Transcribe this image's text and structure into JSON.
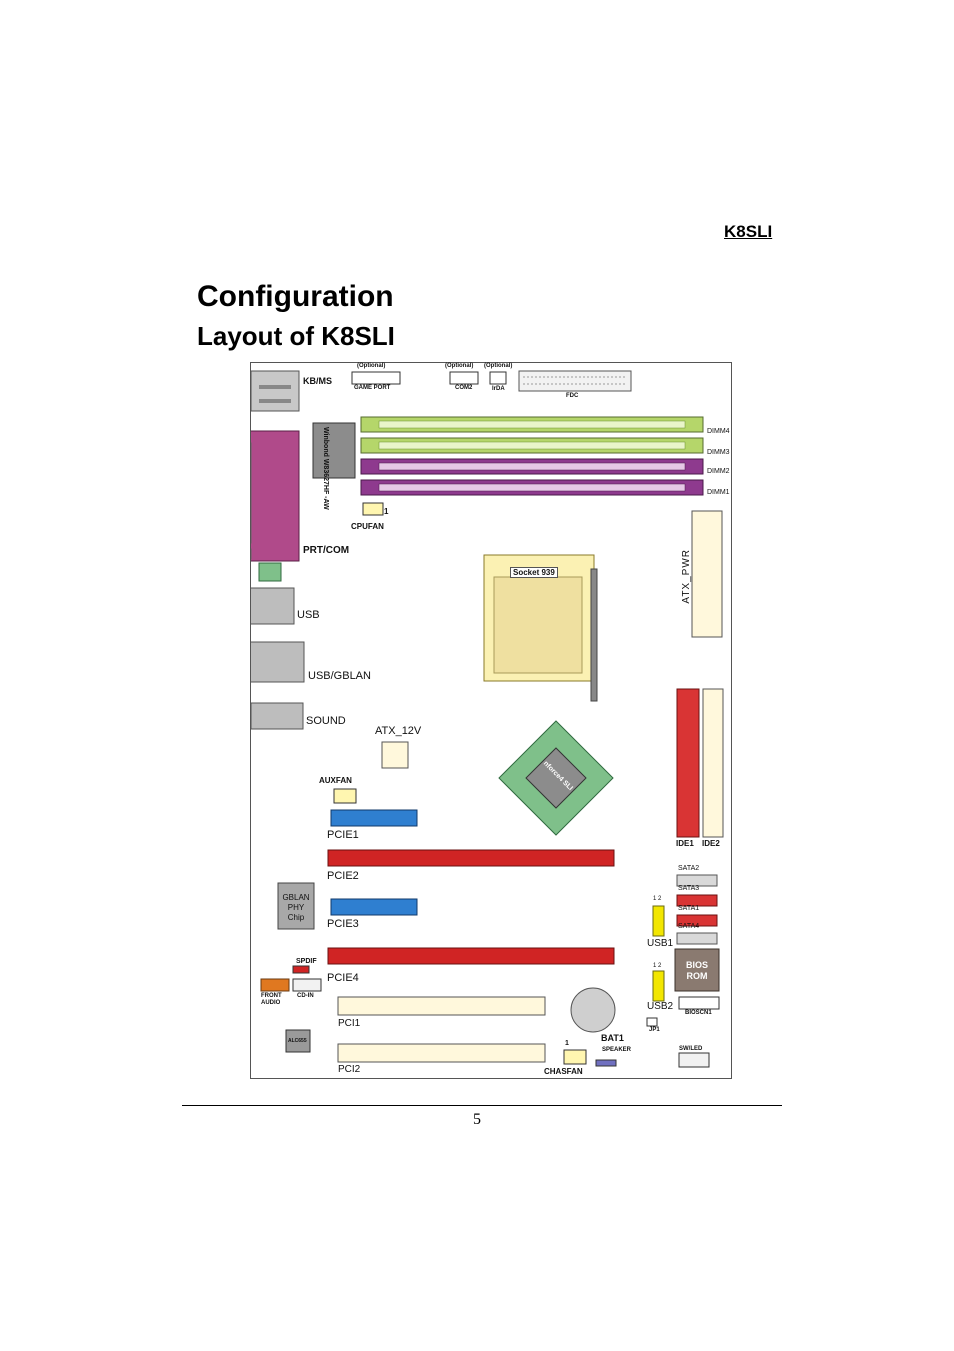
{
  "header": {
    "model": "K8SLI"
  },
  "page": {
    "title": "Configuration",
    "subtitle": "Layout of K8SLI",
    "page_number": "5"
  },
  "board": {
    "kbms": "KB/MS",
    "optional_1": "(Optional)",
    "optional_2": "(Optional)",
    "optional_3": "(Optional)",
    "game_port": "GAME PORT",
    "com2": "COM2",
    "irda": "IrDA",
    "fdc": "FDC",
    "dimm4": "DIMM4",
    "dimm3": "DIMM3",
    "dimm2": "DIMM2",
    "dimm1": "DIMM1",
    "winbond": "Winbond W83627HF -AW",
    "cpufan": "CPUFAN",
    "prt_com": "PRT/COM",
    "socket": "Socket 939",
    "atx_pwr": "ATX_PWR",
    "usb": "USB",
    "usb_gblan": "USB/GBLAN",
    "sound": "SOUND",
    "atx_12v": "ATX_12V",
    "auxfan": "AUXFAN",
    "chipset": "nforce4 SLI",
    "ide1": "IDE1",
    "ide2": "IDE2",
    "pcie1": "PCIE1",
    "pcie2": "PCIE2",
    "pcie3": "PCIE3",
    "pcie4": "PCIE4",
    "gblan_phy": "GBLAN PHY Chip",
    "sata2": "SATA2",
    "sata3": "SATA3",
    "sata1": "SATA1",
    "sata4": "SATA4",
    "usb1": "USB1",
    "usb2": "USB2",
    "bios_rom": "BIOS ROM",
    "spdif": "SPDIF",
    "front_audio": "FRONT AUDIO",
    "cd_in": "CD-IN",
    "pci1": "PCI1",
    "pci2": "PCI2",
    "bat1": "BAT1",
    "bioscn1": "BIOSCN1",
    "jp1": "JP1",
    "speaker": "SPEAKER",
    "chasfan": "CHASFAN",
    "sw_led": "SW/LED",
    "alc": "ALC655",
    "pin_1": "1",
    "pin_2": "2",
    "pin_12": "1 2"
  },
  "colors": {
    "dimm_green": "#b5d66a",
    "dimm_purple": "#8e3a8e",
    "pcie_blue": "#2f7fd0",
    "pcie_red": "#d02424",
    "ide_red": "#d93434",
    "usb_yellow": "#f2e600",
    "port_magenta": "#b04a8a",
    "chip_green": "#7fc08a"
  }
}
